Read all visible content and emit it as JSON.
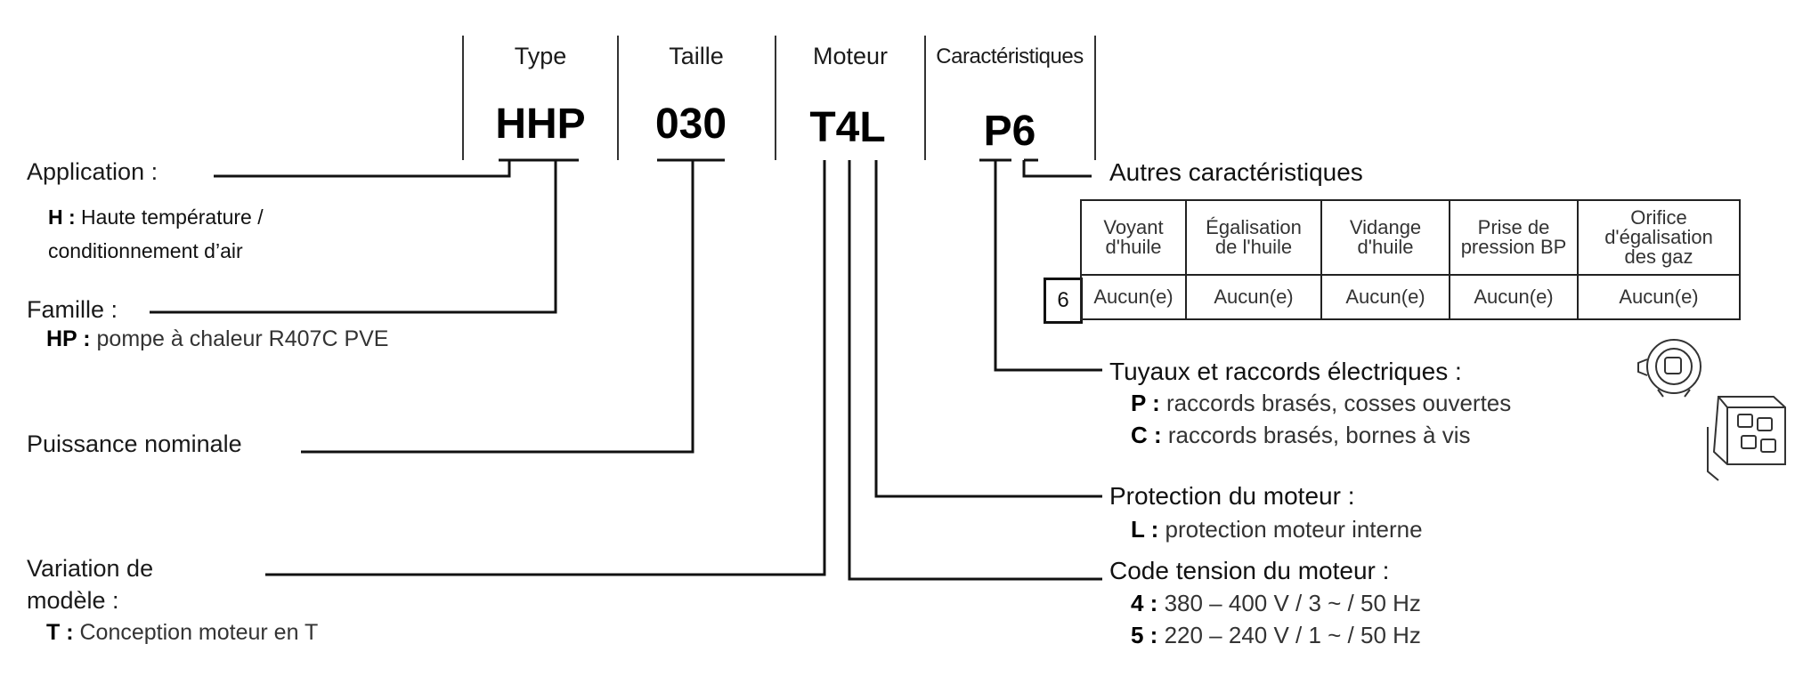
{
  "columns": [
    {
      "header": "Type",
      "code": "HHP"
    },
    {
      "header": "Taille",
      "code": "030"
    },
    {
      "header": "Moteur",
      "code": "T4L"
    },
    {
      "header": "Caractéristiques",
      "code": "P6"
    }
  ],
  "left": {
    "application": {
      "label": "Application :",
      "lines": [
        {
          "key": "H :",
          "text": " Haute température /"
        },
        {
          "key": "",
          "text": "conditionnement d’air"
        }
      ]
    },
    "famille": {
      "label": "Famille :",
      "key": "HP :",
      "text": " pompe à chaleur R407C PVE"
    },
    "puissance": {
      "label": "Puissance nominale"
    },
    "variation": {
      "label_line1": "Variation de",
      "label_line2": "modèle :",
      "key": "T :",
      "text": "  Conception moteur en T"
    }
  },
  "right": {
    "autres": {
      "title": "Autres caractéristiques",
      "table": {
        "headers": [
          [
            "Voyant",
            "d'huile"
          ],
          [
            "Égalisation",
            "de l'huile"
          ],
          [
            "Vidange",
            "d'huile"
          ],
          [
            "Prise de",
            "pression BP"
          ],
          [
            "Orifice",
            "d'égalisation",
            "des gaz"
          ]
        ],
        "row_code": "6",
        "row": [
          "Aucun(e)",
          "Aucun(e)",
          "Aucun(e)",
          "Aucun(e)",
          "Aucun(e)"
        ]
      }
    },
    "tuyaux": {
      "title": "Tuyaux et raccords électriques :",
      "items": [
        {
          "key": "P :",
          "text": "  raccords brasés, cosses ouvertes"
        },
        {
          "key": "C :",
          "text": "  raccords brasés, bornes à vis"
        }
      ]
    },
    "protection": {
      "title": "Protection du moteur :",
      "items": [
        {
          "key": "L :",
          "text": "  protection moteur interne"
        }
      ]
    },
    "tension": {
      "title": "Code tension du moteur :",
      "items": [
        {
          "key": "4 :",
          "text": "  380 – 400 V / 3 ~ / 50 Hz"
        },
        {
          "key": "5 :",
          "text": "  220 – 240 V / 1 ~ / 50 Hz"
        }
      ]
    }
  },
  "icons": [
    "terminal-cover-icon",
    "terminal-block-icon"
  ],
  "colors": {
    "line": "#111111",
    "text": "#1a1a1a"
  }
}
